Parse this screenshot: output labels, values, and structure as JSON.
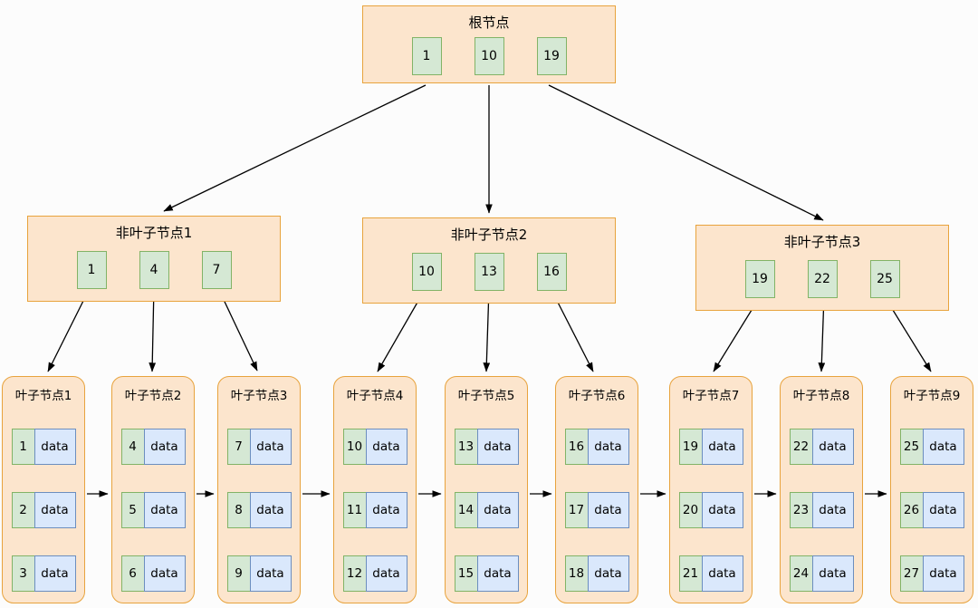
{
  "diagram": {
    "type": "b-plus-tree",
    "root": {
      "title": "根节点",
      "keys": [
        "1",
        "10",
        "19"
      ]
    },
    "internal_nodes": [
      {
        "title": "非叶子节点1",
        "keys": [
          "1",
          "4",
          "7"
        ]
      },
      {
        "title": "非叶子节点2",
        "keys": [
          "10",
          "13",
          "16"
        ]
      },
      {
        "title": "非叶子节点3",
        "keys": [
          "19",
          "22",
          "25"
        ]
      }
    ],
    "leaf_nodes": [
      {
        "title": "叶子节点1",
        "rows": [
          {
            "key": "1",
            "value": "data"
          },
          {
            "key": "2",
            "value": "data"
          },
          {
            "key": "3",
            "value": "data"
          }
        ]
      },
      {
        "title": "叶子节点2",
        "rows": [
          {
            "key": "4",
            "value": "data"
          },
          {
            "key": "5",
            "value": "data"
          },
          {
            "key": "6",
            "value": "data"
          }
        ]
      },
      {
        "title": "叶子节点3",
        "rows": [
          {
            "key": "7",
            "value": "data"
          },
          {
            "key": "8",
            "value": "data"
          },
          {
            "key": "9",
            "value": "data"
          }
        ]
      },
      {
        "title": "叶子节点4",
        "rows": [
          {
            "key": "10",
            "value": "data"
          },
          {
            "key": "11",
            "value": "data"
          },
          {
            "key": "12",
            "value": "data"
          }
        ]
      },
      {
        "title": "叶子节点5",
        "rows": [
          {
            "key": "13",
            "value": "data"
          },
          {
            "key": "14",
            "value": "data"
          },
          {
            "key": "15",
            "value": "data"
          }
        ]
      },
      {
        "title": "叶子节点6",
        "rows": [
          {
            "key": "16",
            "value": "data"
          },
          {
            "key": "17",
            "value": "data"
          },
          {
            "key": "18",
            "value": "data"
          }
        ]
      },
      {
        "title": "叶子节点7",
        "rows": [
          {
            "key": "19",
            "value": "data"
          },
          {
            "key": "20",
            "value": "data"
          },
          {
            "key": "21",
            "value": "data"
          }
        ]
      },
      {
        "title": "叶子节点8",
        "rows": [
          {
            "key": "22",
            "value": "data"
          },
          {
            "key": "23",
            "value": "data"
          },
          {
            "key": "24",
            "value": "data"
          }
        ]
      },
      {
        "title": "叶子节点9",
        "rows": [
          {
            "key": "25",
            "value": "data"
          },
          {
            "key": "26",
            "value": "data"
          },
          {
            "key": "27",
            "value": "data"
          }
        ]
      }
    ],
    "colors": {
      "node_fill": "#fce5cd",
      "node_border": "#e8a33d",
      "key_fill": "#d5e8d4",
      "key_border": "#82b366",
      "data_fill": "#dae8fc",
      "data_border": "#6c8ebf",
      "arrow": "#000000"
    }
  }
}
